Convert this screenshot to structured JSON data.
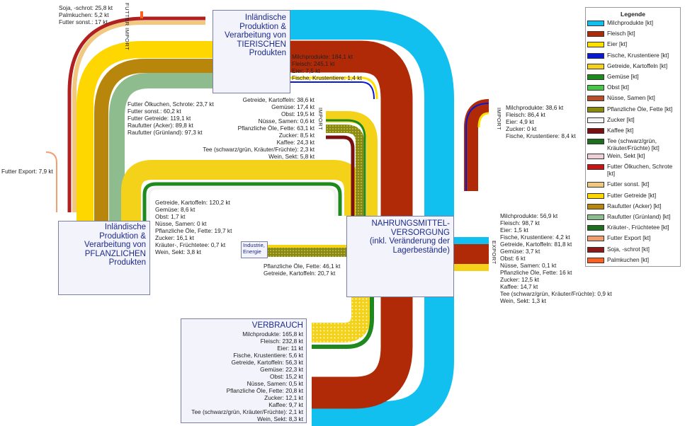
{
  "labels": {
    "futter_import": [
      "Soja, -schrot: 25,8 kt",
      "Palmkuchen: 5,2 kt",
      "Futter sonst.: 17 kt"
    ],
    "futter_import_tag": "FUTTER IMPORT",
    "futter_export": "Futter Export: 7,9 kt",
    "futter_feed": [
      "Futter Ölkuchen, Schrote: 23,7 kt",
      "Futter sonst.: 60,2 kt",
      "Futter Getreide: 119,1 kt",
      "Raufutter (Acker): 89,8 kt",
      "Raufutter (Grünland): 97,3 kt"
    ],
    "tier_out": [
      "Milchprodukte: 184,1 kt",
      "Fleisch: 245,1 kt",
      "Eier: 7,5 kt",
      "Fische, Krustentiere: 1,4 kt"
    ],
    "import_main": [
      "Getreide, Kartoffeln: 38,6 kt",
      "Gemüse: 17,4 kt",
      "Obst: 19,5 kt",
      "Nüsse, Samen: 0,6 kt",
      "Pflanzliche Öle, Fette: 63,1 kt",
      "Zucker: 8,5 kt",
      "Kaffee: 24,3 kt",
      "Tee (schwarz/grün, Kräuter/Früchte): 2,3 kt",
      "Wein, Sekt: 5,8 kt"
    ],
    "import_tag": "IMPORT",
    "import_animal": [
      "Milchprodukte: 38,6 kt",
      "Fleisch: 86,4 kt",
      "Eier: 4,9 kt",
      "Zucker: 0 kt",
      "Fische, Krustentiere: 8,4 kt"
    ],
    "import_animal_tag": "IMPORT",
    "pflanz_out": [
      "Getreide, Kartoffeln: 120,2 kt",
      "Gemüse: 8,6 kt",
      "Obst: 1,7 kt",
      "Nüsse, Samen: 0 kt",
      "Pflanzliche Öle, Fette: 19,7 kt",
      "Zucker: 16,1 kt",
      "Kräuter-, Früchtetee: 0,7 kt",
      "Wein, Sekt: 3,8 kt"
    ],
    "industry_flow": [
      "Pflanzliche Öle, Fette: 46,1 kt",
      "Getreide, Kartoffeln: 20,7 kt"
    ],
    "export": [
      "Milchprodukte: 56,9 kt",
      "Fleisch: 98,7 kt",
      "Eier: 1,5 kt",
      "Fische, Krustentiere: 4,2 kt",
      "Getreide, Kartoffeln: 81,8 kt",
      "Gemüse: 3,7 kt",
      "Obst: 6 kt",
      "Nüsse, Samen: 0,1 kt",
      "Pflanzliche Öle, Fette: 16 kt",
      "Zucker: 12,5 kt",
      "Kaffee: 14,7 kt",
      "Tee (schwarz/grün, Kräuter/Früchte): 0,9 kt",
      "Wein, Sekt: 1,3 kt"
    ],
    "export_tag": "EXPORT"
  },
  "nodes": {
    "tier": [
      "Inländische",
      "Produktion &",
      "Verarbeitung von",
      "TIERISCHEN",
      "Produkten"
    ],
    "pflanz": [
      "Inländische",
      "Produktion &",
      "Verarbeitung von",
      "PFLANZLICHEN",
      "Produkten"
    ],
    "versorgung": [
      "NAHRUNGSMITTEL-",
      "VERSORGUNG",
      "(inkl. Veränderung der",
      "Lagerbestände)"
    ],
    "industrie": [
      "Industrie,",
      "Energie"
    ],
    "verbrauch": {
      "title": "VERBRAUCH",
      "items": [
        "Milchprodukte: 165,8 kt",
        "Fleisch: 232,8 kt",
        "Eier: 11 kt",
        "Fische, Krustentiere: 5,6 kt",
        "Getreide, Kartoffeln: 56,3 kt",
        "Gemüse: 22,3 kt",
        "Obst: 15,2 kt",
        "Nüsse, Samen: 0,5 kt",
        "Pflanzliche Öle, Fette: 20,8 kt",
        "Zucker: 12,1 kt",
        "Kaffee: 9,7 kt",
        "Tee (schwarz/grün, Kräuter/Früchte): 2,1 kt",
        "Wein, Sekt: 8,3 kt"
      ]
    }
  },
  "legend": {
    "title": "Legende",
    "items": [
      {
        "label": "Milchprodukte [kt]",
        "color": "#12c0f0"
      },
      {
        "label": "Fleisch [kt]",
        "color": "#b02a08"
      },
      {
        "label": "Eier [kt]",
        "color": "#ffe000"
      },
      {
        "label": "Fische, Krustentiere [kt]",
        "color": "#0a1ad0"
      },
      {
        "label": "Getreide, Kartoffeln [kt]",
        "color": "#f5d21a"
      },
      {
        "label": "Gemüse [kt]",
        "color": "#1e8a1e"
      },
      {
        "label": "Obst [kt]",
        "color": "#46c846"
      },
      {
        "label": "Nüsse, Samen [kt]",
        "color": "#b5502a"
      },
      {
        "label": "Pflanzliche Öle, Fette [kt]",
        "color": "#8a8a12"
      },
      {
        "label": "Zucker [kt]",
        "color": "#f4f4f4"
      },
      {
        "label": "Kaffee [kt]",
        "color": "#7a1010"
      },
      {
        "label": "Tee (schwarz/grün, Kräuter/Früchte) [kt]",
        "color": "#1d6e1d"
      },
      {
        "label": "Wein, Sekt [kt]",
        "color": "#f0d0d8"
      },
      {
        "label": "Futter Ölkuchen, Schrote [kt]",
        "color": "#c81414"
      },
      {
        "label": "Futter sonst. [kt]",
        "color": "#f0c880"
      },
      {
        "label": "Futter Getreide [kt]",
        "color": "#ffd700"
      },
      {
        "label": "Raufutter (Acker) [kt]",
        "color": "#b8860b"
      },
      {
        "label": "Raufutter (Grünland) [kt]",
        "color": "#8fbc8f"
      },
      {
        "label": "Kräuter-, Früchtetee [kt]",
        "color": "#1d6e1d"
      },
      {
        "label": "Futter Export [kt]",
        "color": "#f0a070"
      },
      {
        "label": "Soja, -schrot [kt]",
        "color": "#8b1a1a"
      },
      {
        "label": "Palmkuchen [kt]",
        "color": "#ff6020"
      }
    ]
  }
}
